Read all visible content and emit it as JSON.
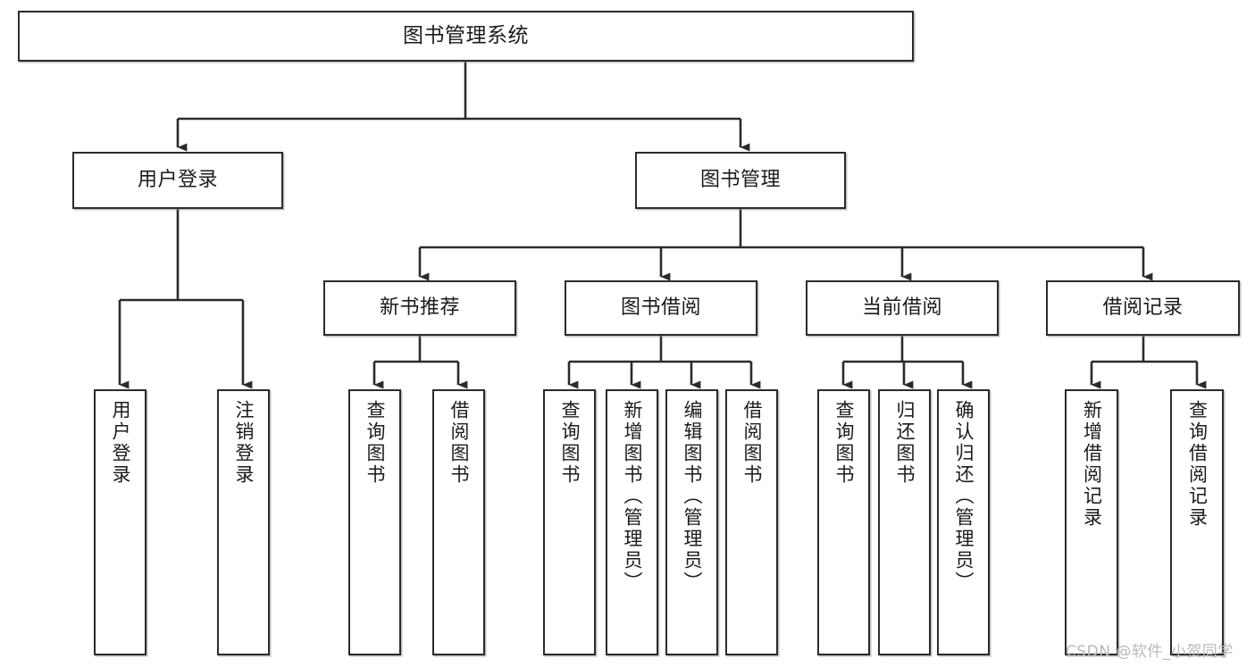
{
  "diagram": {
    "title": "图书管理系统",
    "type": "tree-hierarchy",
    "watermark": "CSDN @软件_小贺同学",
    "colors": {
      "box_border": "#2b2b2b",
      "box_fill": "#ffffff",
      "edge": "#2b2b2b",
      "text": "#1b1b1b",
      "watermark": "#b9b9b9",
      "background": "#ffffff"
    },
    "nodes": {
      "root": {
        "label": "图书管理系统"
      },
      "level1": [
        {
          "id": "user-login",
          "label": "用户登录"
        },
        {
          "id": "book-management",
          "label": "图书管理"
        }
      ],
      "level2": [
        {
          "id": "new-book-recommend",
          "label": "新书推荐"
        },
        {
          "id": "book-borrow",
          "label": "图书借阅"
        },
        {
          "id": "current-borrow",
          "label": "当前借阅"
        },
        {
          "id": "borrow-record",
          "label": "借阅记录"
        }
      ],
      "leaves": [
        {
          "id": "leaf-user-login",
          "parent": "user-login",
          "label": "用户登录"
        },
        {
          "id": "leaf-logout",
          "parent": "user-login",
          "label": "注销登录"
        },
        {
          "id": "leaf-query-book-1",
          "parent": "new-book-recommend",
          "label": "查询图书"
        },
        {
          "id": "leaf-borrow-book-1",
          "parent": "new-book-recommend",
          "label": "借阅图书"
        },
        {
          "id": "leaf-query-book-2",
          "parent": "book-borrow",
          "label": "查询图书"
        },
        {
          "id": "leaf-add-book",
          "parent": "book-borrow",
          "label": "新增图书（管理员）"
        },
        {
          "id": "leaf-edit-book",
          "parent": "book-borrow",
          "label": "编辑图书（管理员）"
        },
        {
          "id": "leaf-borrow-book-2",
          "parent": "book-borrow",
          "label": "借阅图书"
        },
        {
          "id": "leaf-query-book-3",
          "parent": "current-borrow",
          "label": "查询图书"
        },
        {
          "id": "leaf-return-book",
          "parent": "current-borrow",
          "label": "归还图书"
        },
        {
          "id": "leaf-confirm-return",
          "parent": "current-borrow",
          "label": "确认归还（管理员）"
        },
        {
          "id": "leaf-add-record",
          "parent": "borrow-record",
          "label": "新增借阅记录"
        },
        {
          "id": "leaf-query-record",
          "parent": "borrow-record",
          "label": "查询借阅记录"
        }
      ]
    }
  }
}
